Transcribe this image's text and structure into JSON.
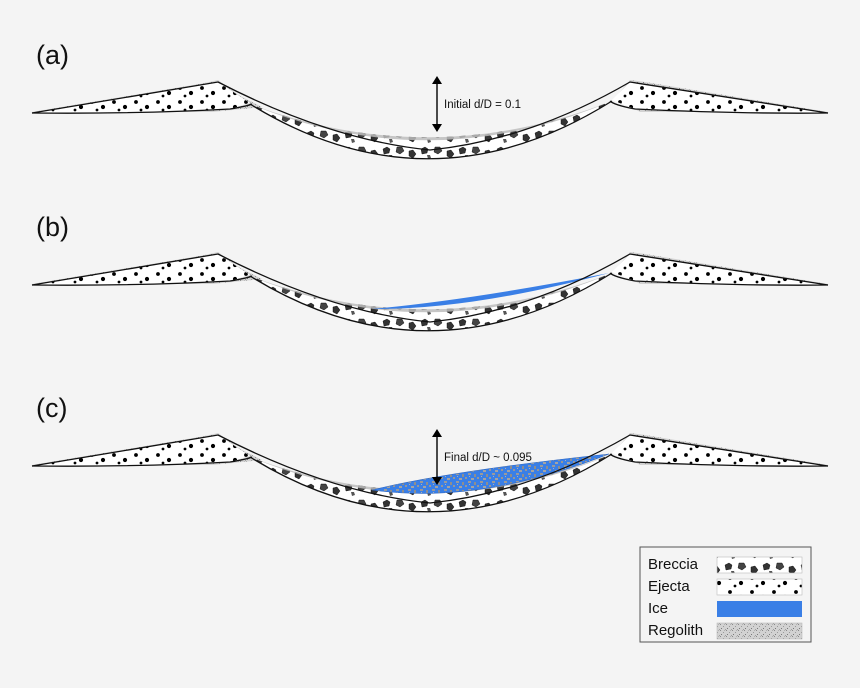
{
  "panels": [
    {
      "label": "(a)",
      "annotation": "Initial d/D = 0.1",
      "fill": "none"
    },
    {
      "label": "(b)",
      "annotation": "",
      "fill": "ice"
    },
    {
      "label": "(c)",
      "annotation": "Final d/D ~ 0.095",
      "fill": "ice-regolith"
    }
  ],
  "legend": [
    {
      "label": "Breccia",
      "pattern": "breccia"
    },
    {
      "label": "Ejecta",
      "pattern": "ejecta"
    },
    {
      "label": "Ice",
      "pattern": "ice"
    },
    {
      "label": "Regolith",
      "pattern": "regolith"
    }
  ],
  "colors": {
    "background": "#f4f4f4",
    "outline": "#111111",
    "ice": "#3a7fe6",
    "regolith": "#b9b9b9",
    "breccia": "#222222"
  }
}
